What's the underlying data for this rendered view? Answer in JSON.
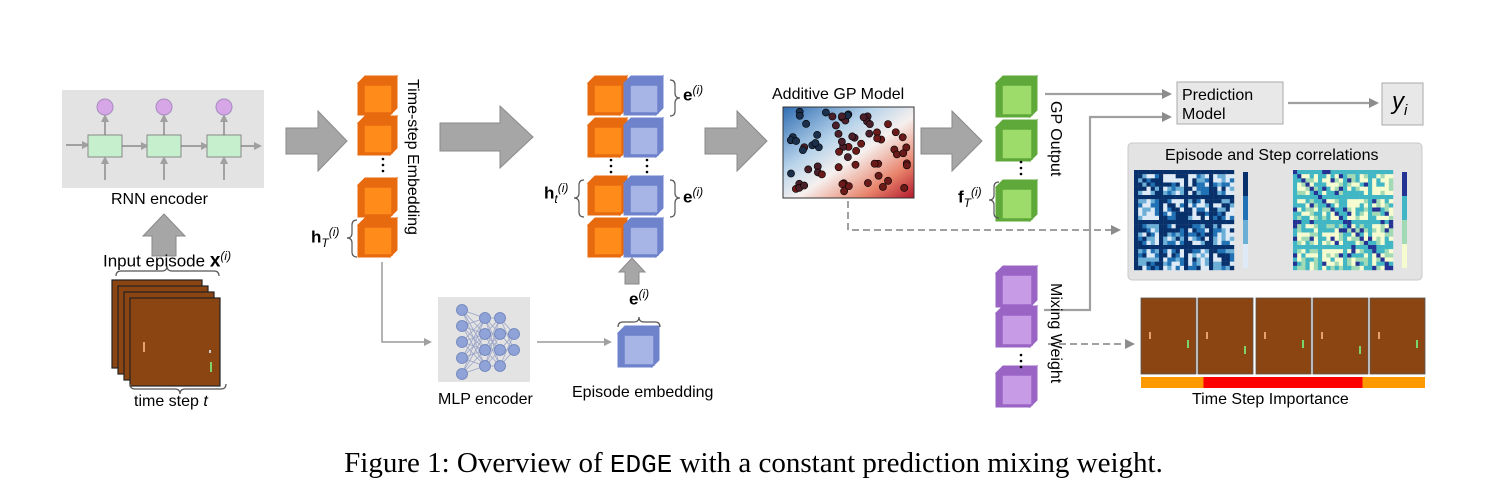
{
  "labels": {
    "rnn_encoder": "RNN encoder",
    "input_episode": "Input episode",
    "input_episode_symbol": "x",
    "time_step": "time step",
    "time_step_symbol": "t",
    "timestep_embedding": "Time-step Embedding",
    "mlp_encoder": "MLP encoder",
    "episode_embedding": "Episode embedding",
    "additive_gp_model": "Additive GP Model",
    "gp_output": "GP Output",
    "mixing_weight": "Mixing Weight",
    "prediction_model": "Prediction Model",
    "output_symbol": "y",
    "output_subscript": "i",
    "episode_step_correlations": "Episode and Step correlations",
    "time_step_importance": "Time Step Importance"
  },
  "math": {
    "superscript_i": "(i)",
    "h": "h",
    "e": "e",
    "f": "f",
    "sub_T": "T",
    "sub_t": "t"
  },
  "caption": {
    "prefix": "Figure 1: Overview of",
    "method": "EDGE",
    "suffix": "with a constant prediction mixing weight."
  },
  "colors": {
    "orange_front": "#ff8c1a",
    "orange_side": "#e86a0e",
    "blue_front": "#a7b4e6",
    "blue_side": "#6f82cc",
    "green_front": "#9ddc6a",
    "green_side": "#5fa83a",
    "purple_front": "#c79be6",
    "purple_side": "#9a64c5",
    "arrow_gray": "#a6a6a6",
    "panel_gray": "#e3e3e3",
    "frame_brown": "#8b4513",
    "importance_orange": "#ff9900",
    "importance_red": "#ff0000"
  },
  "importance_bar": [
    {
      "level": "low",
      "fraction": 0.22
    },
    {
      "level": "high",
      "fraction": 0.56
    },
    {
      "level": "low",
      "fraction": 0.22
    }
  ]
}
